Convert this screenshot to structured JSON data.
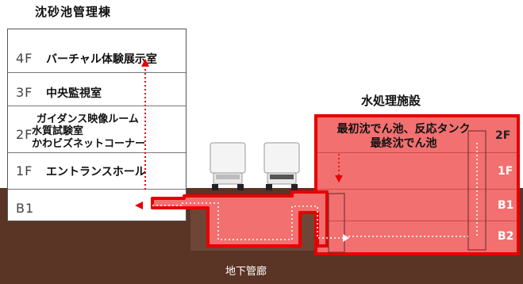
{
  "left_building": {
    "title": "沈砂池管理棟",
    "floors": [
      {
        "level": "4F",
        "room": "バーチャル体験展示室"
      },
      {
        "level": "3F",
        "room": "中央監視室"
      },
      {
        "level": "2F",
        "rooms": [
          "ガイダンス映像ルーム",
          "水質試験室",
          "かわビズネットコーナー"
        ]
      },
      {
        "level": "1F",
        "room": "エントランスホール"
      },
      {
        "level": "B1",
        "room": ""
      }
    ]
  },
  "right_building": {
    "title": "水処理施設",
    "tanks_line1": "最初沈でん池、反応タンク",
    "tanks_line2": "最終沈でん池",
    "floors": [
      "2F",
      "1F",
      "B1",
      "B2"
    ]
  },
  "tunnel": {
    "label": "地下管廊"
  },
  "colors": {
    "ground": "#5a3424",
    "highlight_red": "#e60000",
    "highlight_fill": "#f27070",
    "route_dots": "#e60000"
  }
}
